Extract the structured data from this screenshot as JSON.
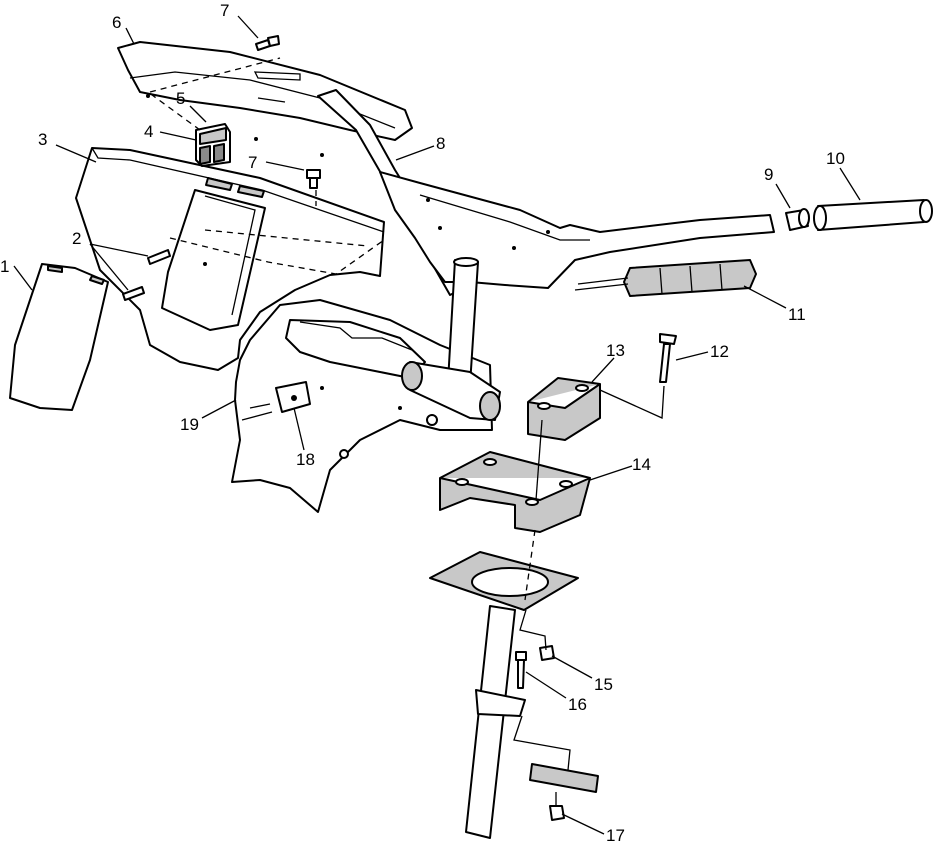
{
  "callouts": [
    {
      "id": "c1",
      "label": "1"
    },
    {
      "id": "c2",
      "label": "2"
    },
    {
      "id": "c3",
      "label": "3"
    },
    {
      "id": "c4",
      "label": "4"
    },
    {
      "id": "c5",
      "label": "5"
    },
    {
      "id": "c6",
      "label": "6"
    },
    {
      "id": "c7a",
      "label": "7"
    },
    {
      "id": "c7b",
      "label": "7"
    },
    {
      "id": "c8",
      "label": "8"
    },
    {
      "id": "c9",
      "label": "9"
    },
    {
      "id": "c10",
      "label": "10"
    },
    {
      "id": "c11",
      "label": "11"
    },
    {
      "id": "c12",
      "label": "12"
    },
    {
      "id": "c13",
      "label": "13"
    },
    {
      "id": "c14",
      "label": "14"
    },
    {
      "id": "c15",
      "label": "15"
    },
    {
      "id": "c16",
      "label": "16"
    },
    {
      "id": "c17",
      "label": "17"
    },
    {
      "id": "c18",
      "label": "18"
    },
    {
      "id": "c19",
      "label": "19"
    }
  ]
}
